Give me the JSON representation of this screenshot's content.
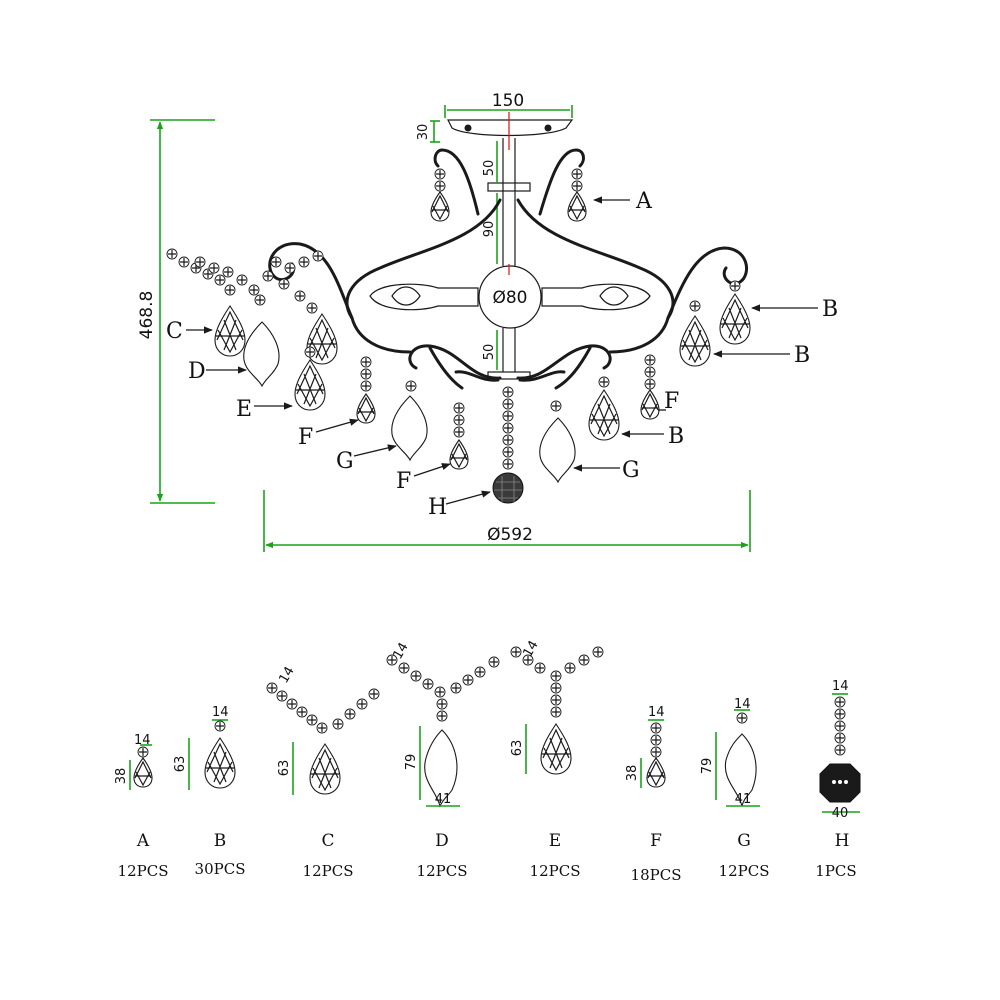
{
  "dimensions": {
    "height": "468.8",
    "diameter": "Ø592",
    "canopy_width": "150",
    "canopy_height": "30",
    "stem_top": "50",
    "stem_middle": "90",
    "center_ball": "Ø80",
    "stem_bottom": "50"
  },
  "callouts": [
    "A",
    "B",
    "B",
    "B",
    "C",
    "D",
    "E",
    "F",
    "F",
    "F",
    "G",
    "G",
    "H"
  ],
  "parts": [
    {
      "letter": "A",
      "qty": "12PCS",
      "dims": [
        "14",
        "38"
      ]
    },
    {
      "letter": "B",
      "qty": "30PCS",
      "dims": [
        "14",
        "63"
      ]
    },
    {
      "letter": "C",
      "qty": "12PCS",
      "dims": [
        "14",
        "63"
      ]
    },
    {
      "letter": "D",
      "qty": "12PCS",
      "dims": [
        "14",
        "79",
        "41"
      ]
    },
    {
      "letter": "E",
      "qty": "12PCS",
      "dims": [
        "14",
        "63"
      ]
    },
    {
      "letter": "F",
      "qty": "18PCS",
      "dims": [
        "14",
        "38"
      ]
    },
    {
      "letter": "G",
      "qty": "12PCS",
      "dims": [
        "14",
        "79",
        "41"
      ]
    },
    {
      "letter": "H",
      "qty": "1PCS",
      "dims": [
        "14",
        "40"
      ]
    }
  ]
}
